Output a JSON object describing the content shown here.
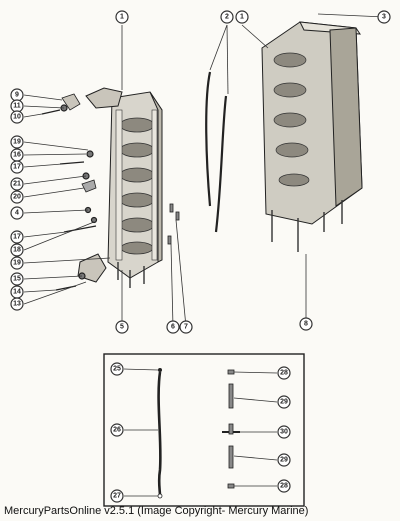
{
  "caption": "MercuryPartsOnline v2.5.1 (Image Copyright- Mercury Marine)",
  "callouts": {
    "main_left": [
      "9",
      "11",
      "10",
      "19",
      "16",
      "17",
      "21",
      "20",
      "4",
      "17",
      "18",
      "19",
      "15",
      "14",
      "13"
    ],
    "main_top": [
      "1",
      "2",
      "1",
      "3"
    ],
    "main_bottom": [
      "5",
      "6",
      "7",
      "8"
    ],
    "inset_left": [
      "25",
      "26",
      "27"
    ],
    "inset_right": [
      "28",
      "29",
      "30",
      "29",
      "28"
    ]
  }
}
